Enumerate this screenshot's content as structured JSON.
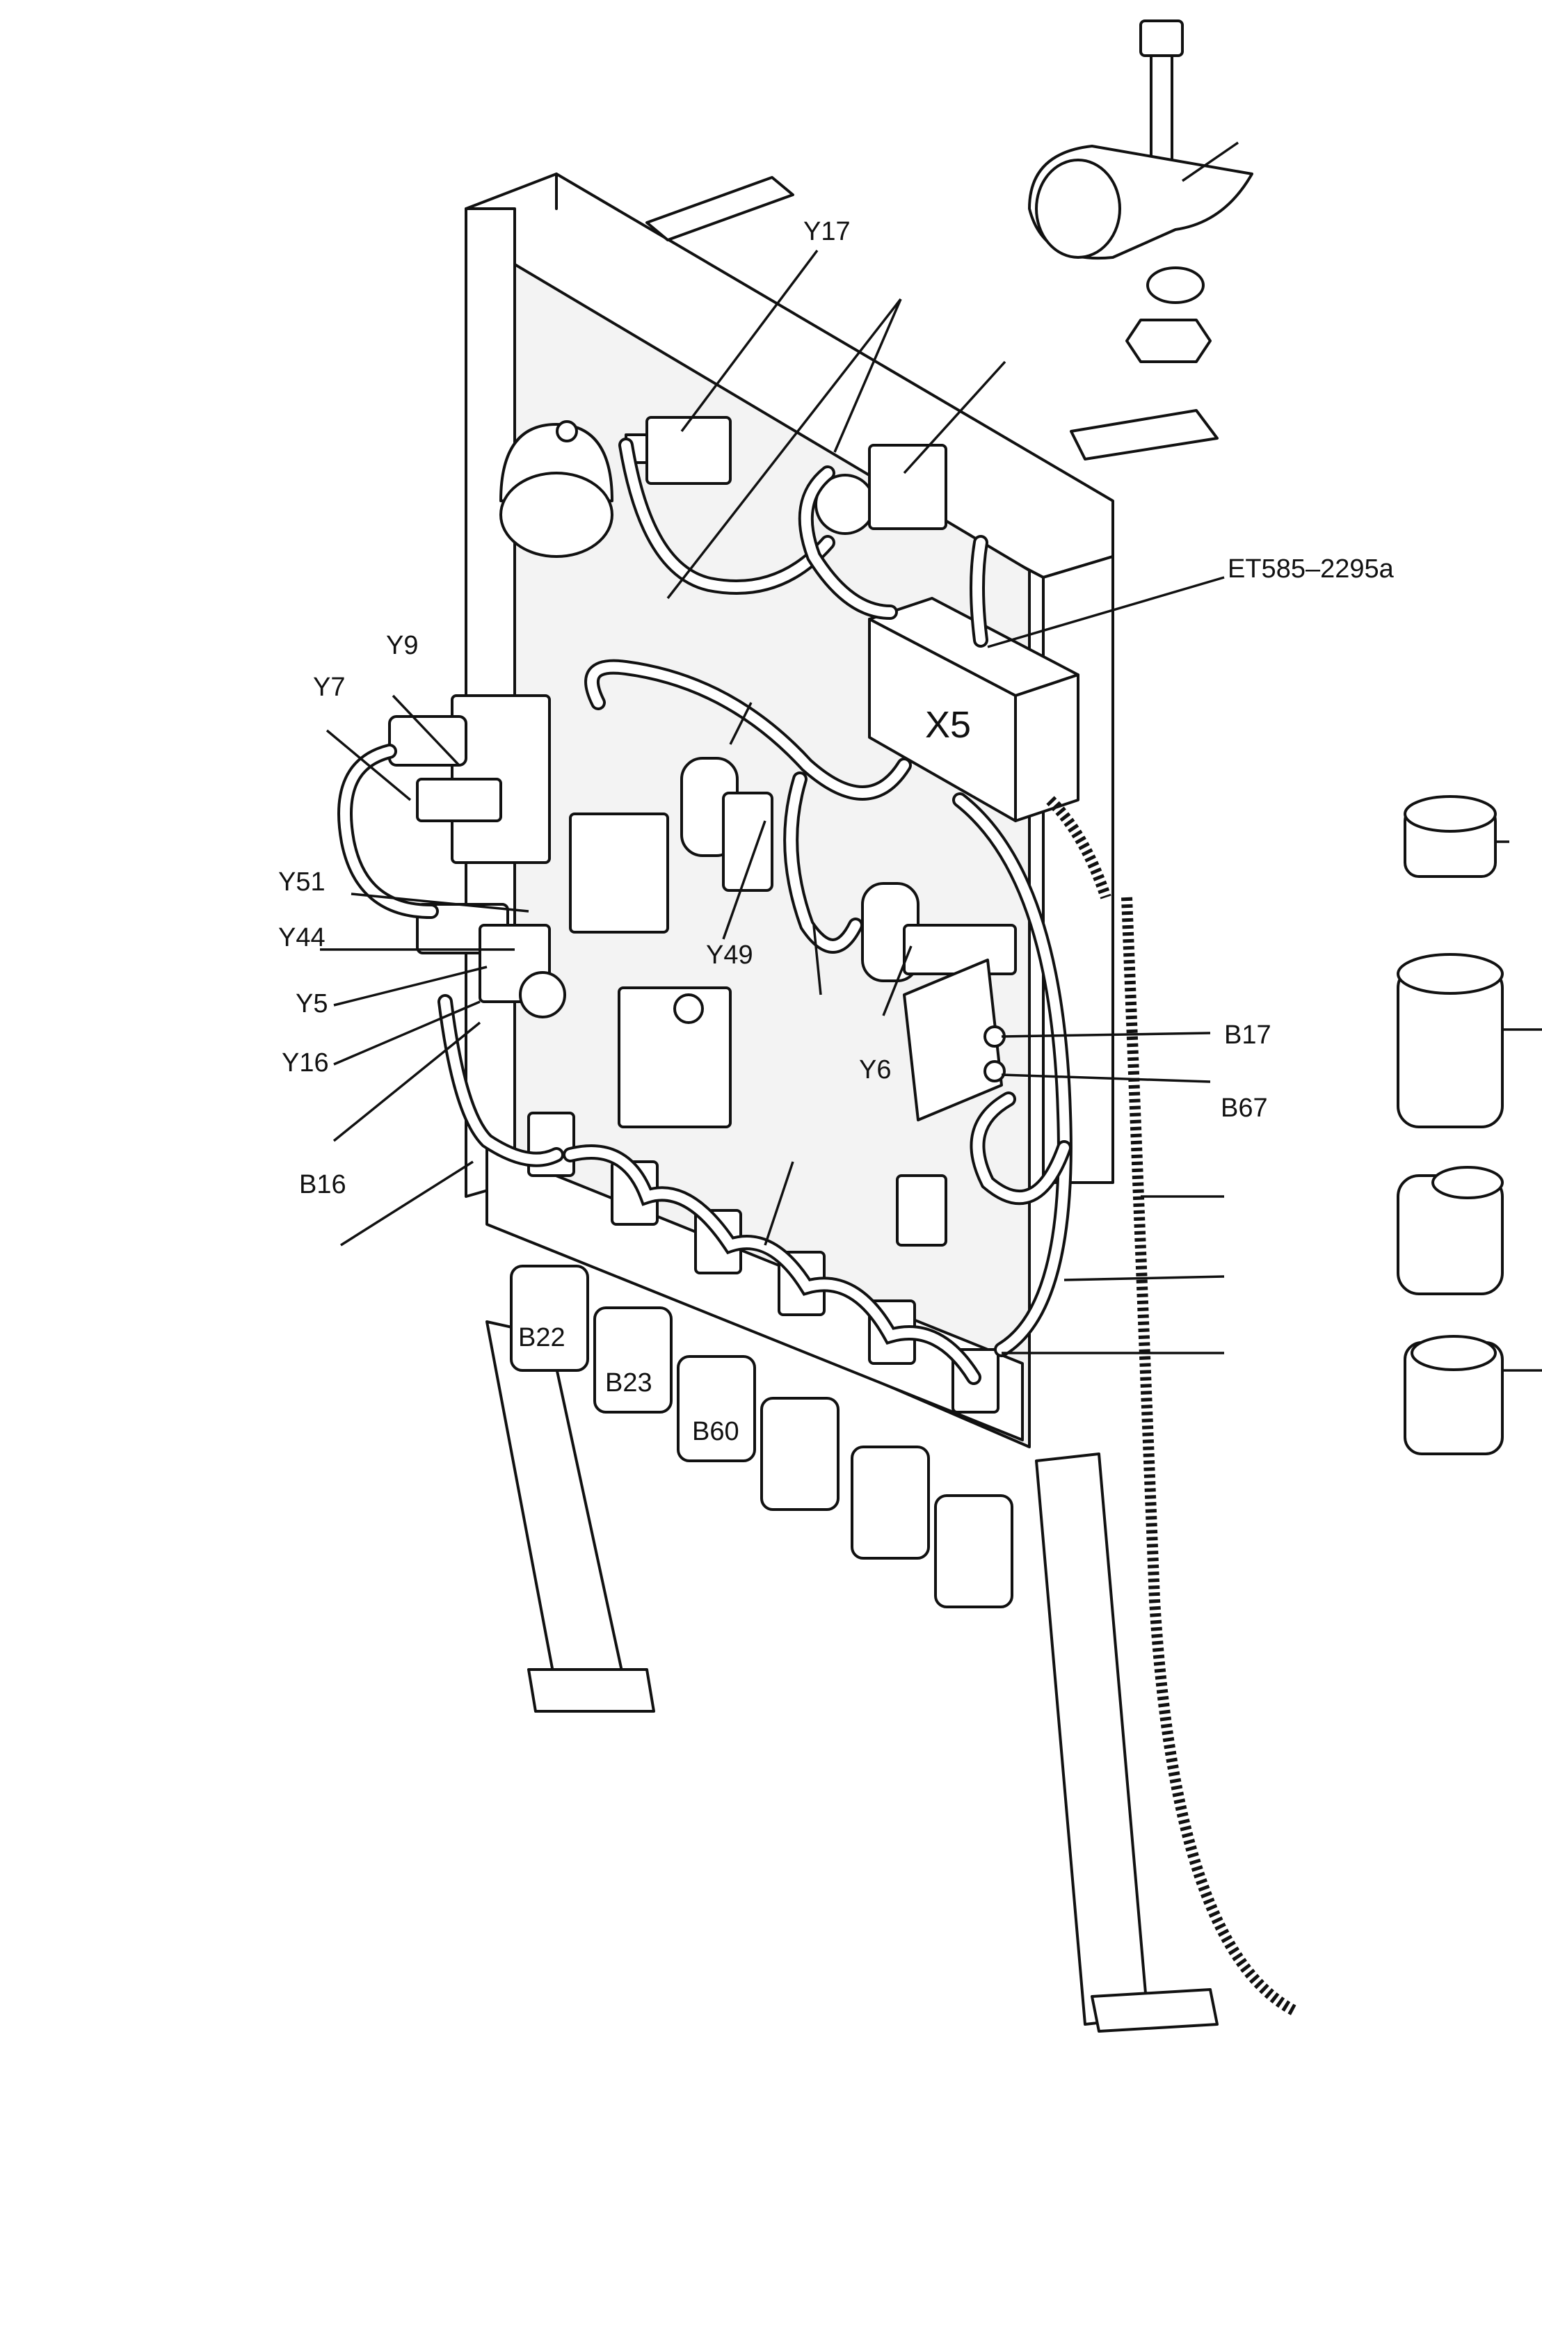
{
  "labels": {
    "Y17": "Y17",
    "ET": "ET585–2295a",
    "Y9": "Y9",
    "Y7": "Y7",
    "X5": "X5",
    "Y51": "Y51",
    "Y44": "Y44",
    "Y49": "Y49",
    "Y5": "Y5",
    "Y16": "Y16",
    "Y6": "Y6",
    "B17": "B17",
    "B67": "B67",
    "B16": "B16",
    "B22": "B22",
    "B23": "B23",
    "B60": "B60"
  }
}
